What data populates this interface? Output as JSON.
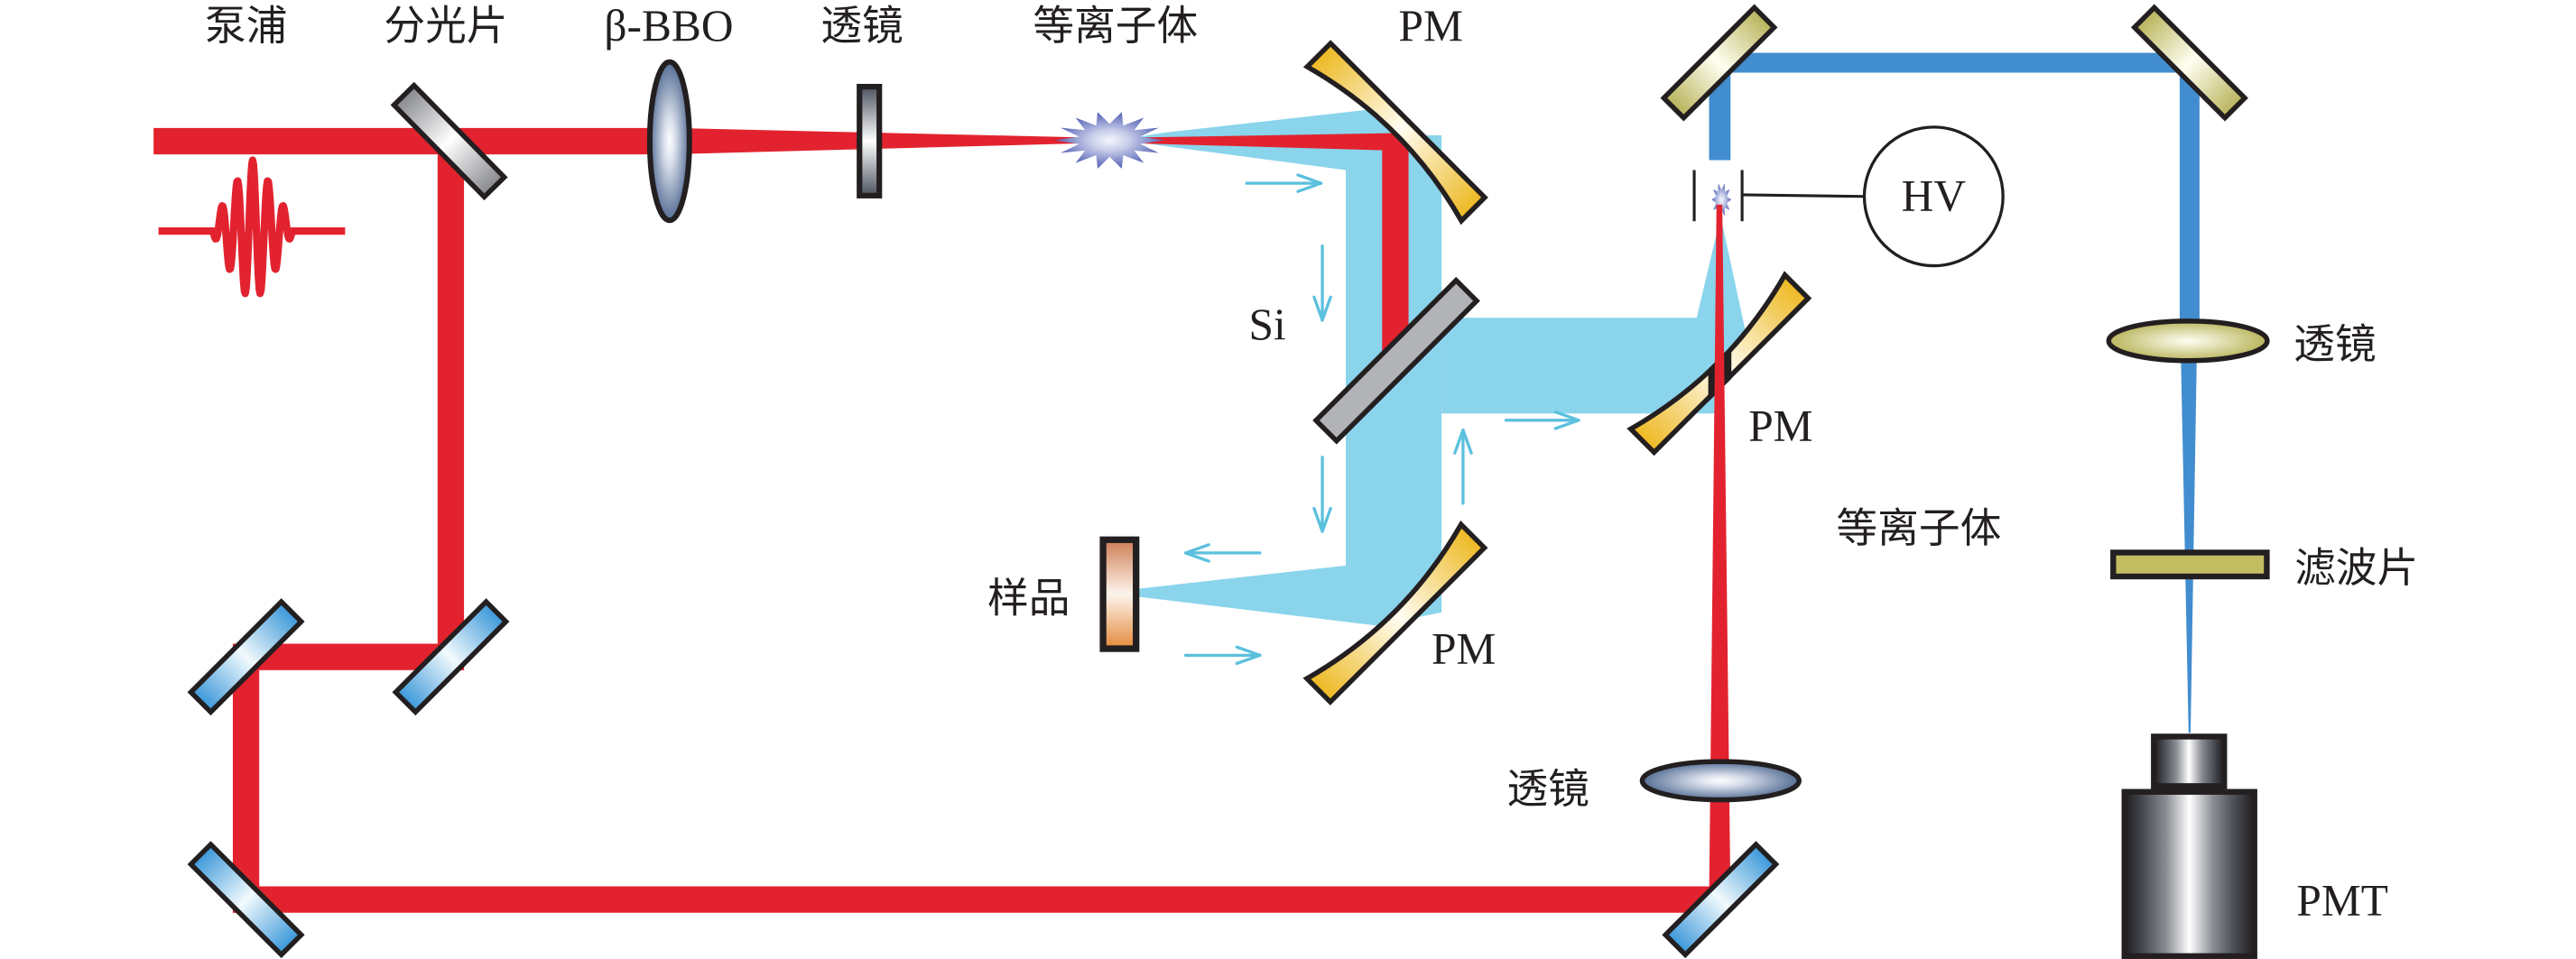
{
  "diagram": {
    "pump_section": {
      "pump": "泵浦",
      "beam_splitter": "分光片",
      "bbo_crystal": "β-BBO",
      "focusing_lens": "透镜",
      "thz_plasma": "等离子体",
      "parabolic_mirror_top": "PM"
    },
    "thz_path": {
      "silicon_wafer": "Si",
      "sample": "样品",
      "parabolic_mirror_bottom": "PM",
      "parabolic_mirror_right": "PM"
    },
    "detection": {
      "high_voltage": "HV",
      "detection_plasma": "等离子体",
      "probe_lens": "透镜",
      "collection_lens": "透镜",
      "filter": "滤波片",
      "detector": "PMT"
    }
  },
  "colors": {
    "pump_beam": "#E2232F",
    "thz_beam": "#8AD4EC",
    "fluorescence_beam": "#428DCF",
    "direction_arrows": "#5BC0DE"
  }
}
